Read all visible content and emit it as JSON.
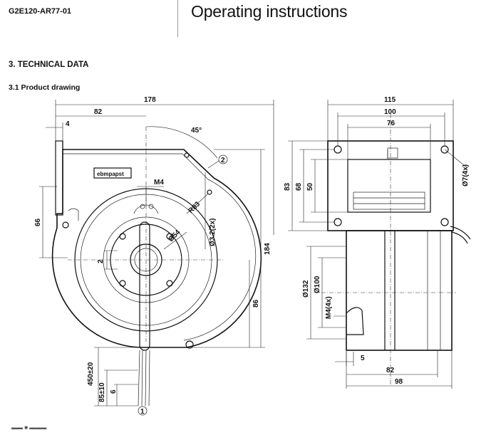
{
  "header": {
    "model": "G2E120-AR77-01",
    "title": "Operating instructions"
  },
  "section": {
    "heading": "3. TECHNICAL DATA",
    "subheading": "3.1 Product drawing"
  },
  "front_view": {
    "dim_overall_width": "178",
    "dim_outlet_width": "82",
    "dim_flange": "4",
    "dim_angle": "45°",
    "dim_outlet_height": "66",
    "dim_height": "184",
    "dim_center_height": "86",
    "dim_cable_length": "450±20",
    "dim_strip_length": "85±10",
    "dim_strip_end": "6",
    "dim_offset": "2",
    "label_thread": "M4",
    "label_radius": "R83",
    "label_hub_dia": "Ø54",
    "label_hole": "Ø3.2(2x)",
    "callout_cable": "1",
    "callout_mount": "2",
    "brand_plate": "ebmpapst"
  },
  "side_view": {
    "dim_total_width": "115",
    "dim_hole_spacing": "100",
    "dim_motor_width": "76",
    "dim_83": "83",
    "dim_68": "68",
    "dim_50": "50",
    "label_holes": "Ø7(4x)",
    "dim_dia_132": "Ø132",
    "dim_dia_100": "Ø100",
    "label_thread": "M4(4x)",
    "dim_5": "5",
    "dim_82": "82",
    "dim_98": "98"
  },
  "footer": {
    "text": "▬▬ ■ ▬▬▬"
  }
}
